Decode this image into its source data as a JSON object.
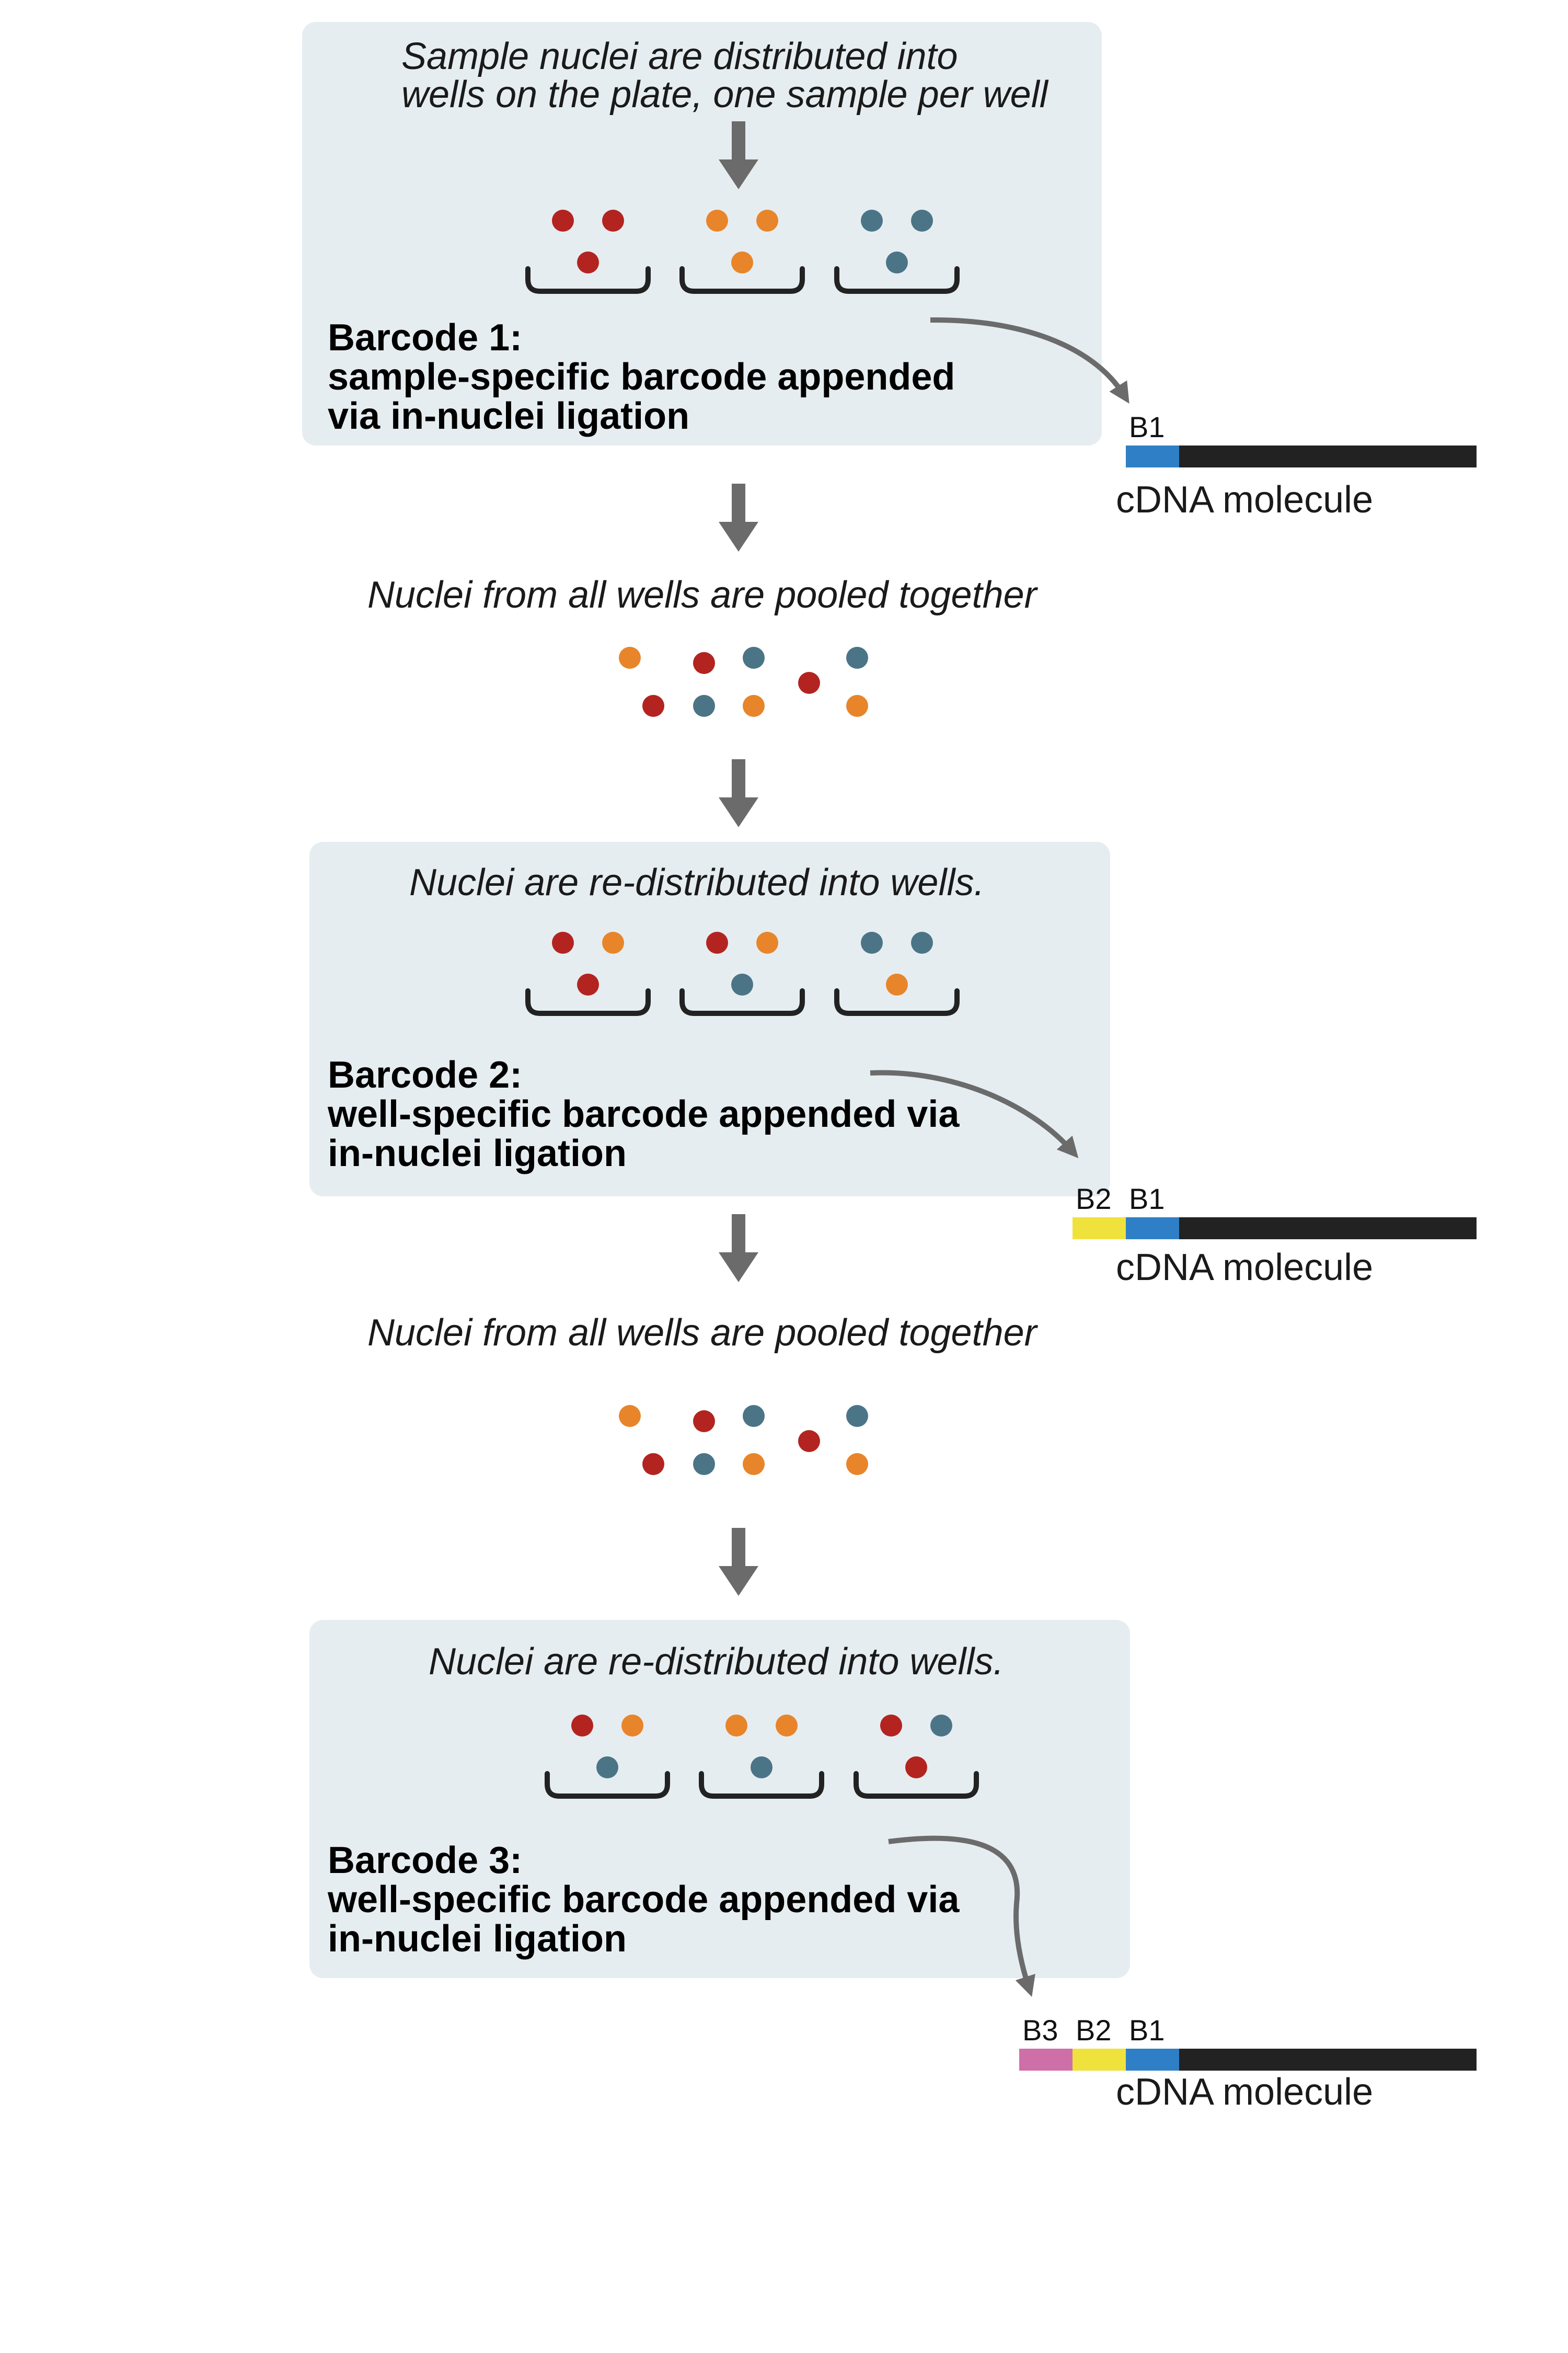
{
  "colors": {
    "panel": "#e6edf1",
    "red": "#b32420",
    "orange": "#e8852a",
    "teal": "#4b7587",
    "well": "#222222",
    "arrow": "#6b6b6b",
    "cdna": "#222222",
    "b1": "#2f7fc6",
    "b2": "#f0e23c",
    "b3": "#cf6fa7"
  },
  "step1": {
    "caption_line1": "Sample nuclei are distributed into",
    "caption_line2": "wells on the plate, one sample per well",
    "wells": [
      [
        "red",
        "red",
        "red"
      ],
      [
        "orange",
        "orange",
        "orange"
      ],
      [
        "teal",
        "teal",
        "teal"
      ]
    ],
    "barcode_title": "Barcode 1:",
    "barcode_line1": "sample-specific barcode appended",
    "barcode_line2": "via in-nuclei ligation"
  },
  "molecule1": {
    "segments": [
      "B1"
    ],
    "label": "cDNA molecule"
  },
  "pool1": {
    "caption": "Nuclei from all wells are pooled together",
    "dots": [
      "orange",
      "red",
      "teal",
      "teal",
      "red",
      "teal",
      "orange",
      "red",
      "orange"
    ]
  },
  "step2": {
    "caption": "Nuclei are re-distributed into wells.",
    "wells": [
      [
        "red",
        "orange",
        "red"
      ],
      [
        "red",
        "orange",
        "teal"
      ],
      [
        "teal",
        "teal",
        "orange"
      ]
    ],
    "barcode_title": "Barcode 2:",
    "barcode_line1": "well-specific barcode appended via",
    "barcode_line2": "in-nuclei ligation"
  },
  "molecule2": {
    "segments": [
      "B2",
      "B1"
    ],
    "label": "cDNA molecule"
  },
  "pool2": {
    "caption": "Nuclei from all wells are pooled together",
    "dots": [
      "orange",
      "red",
      "teal",
      "teal",
      "red",
      "teal",
      "orange",
      "red",
      "orange"
    ]
  },
  "step3": {
    "caption": "Nuclei are re-distributed into wells.",
    "wells": [
      [
        "red",
        "orange",
        "teal"
      ],
      [
        "orange",
        "orange",
        "teal"
      ],
      [
        "red",
        "teal",
        "red"
      ]
    ],
    "barcode_title": "Barcode 3:",
    "barcode_line1": "well-specific barcode appended via",
    "barcode_line2": "in-nuclei ligation"
  },
  "molecule3": {
    "segments": [
      "B3",
      "B2",
      "B1"
    ],
    "label": "cDNA molecule"
  }
}
